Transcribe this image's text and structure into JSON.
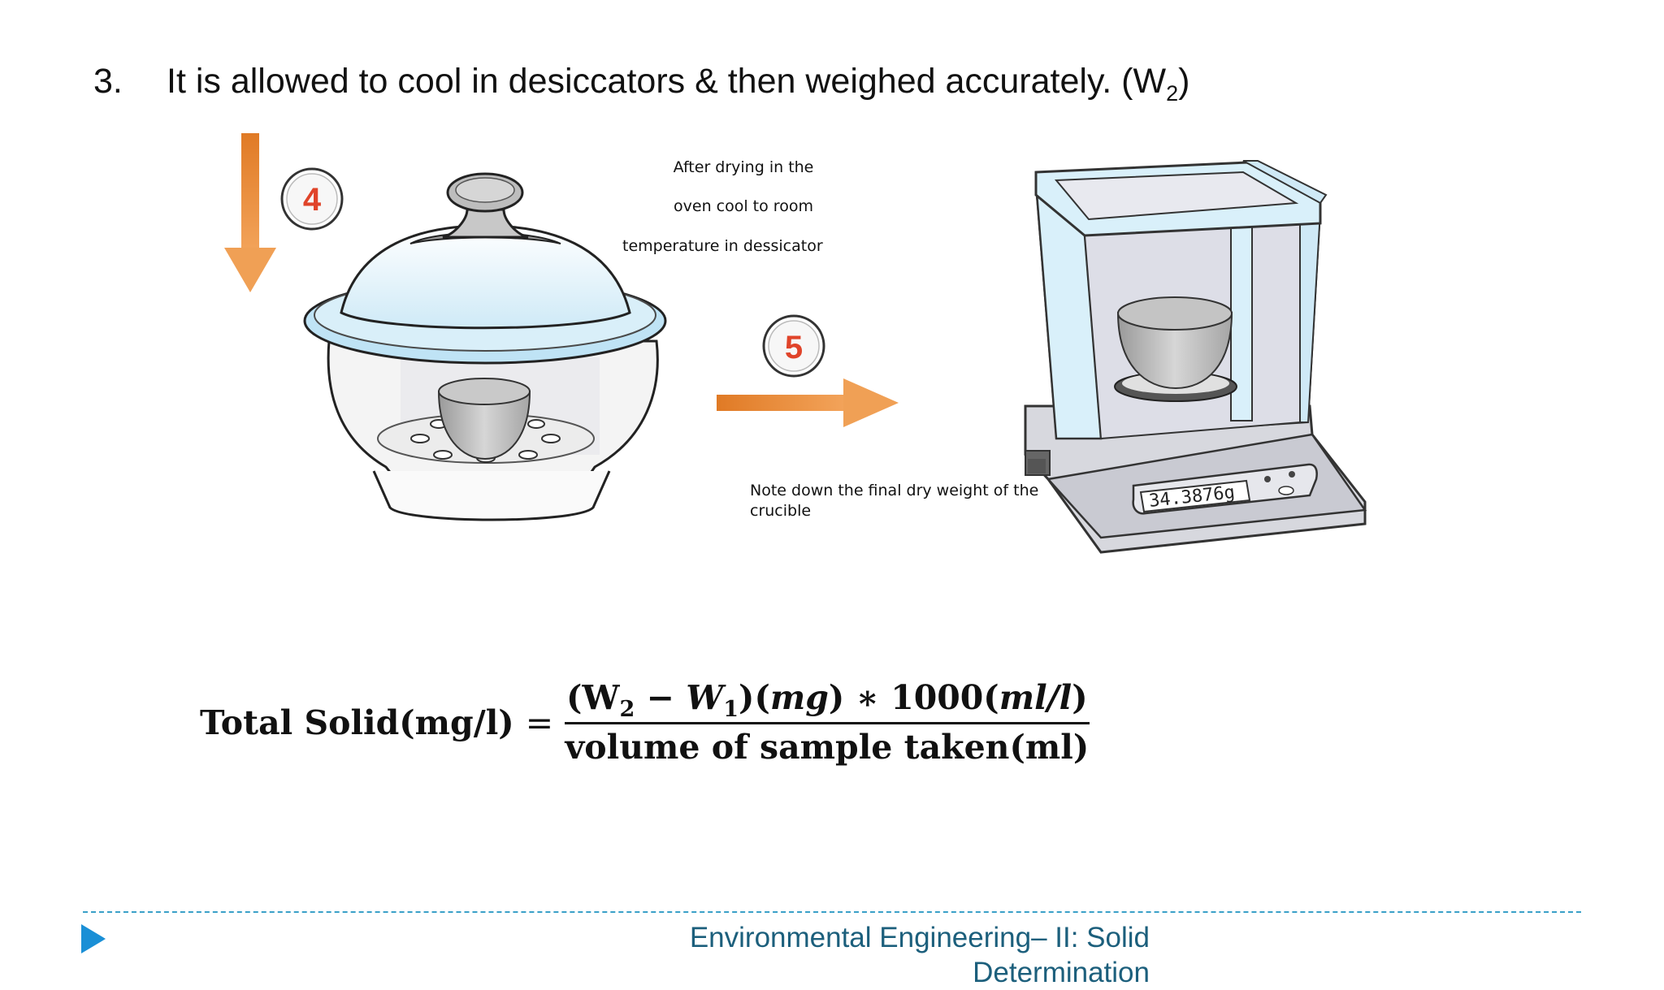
{
  "heading": {
    "number": "3.",
    "text": "It is allowed to cool in desiccators & then weighed accurately. (W",
    "subscript": "2",
    "close": ")"
  },
  "figure": {
    "step4_label": "4",
    "step5_label": "5",
    "caption_drying": [
      "After drying  in the",
      "oven cool to room",
      "temperature in dessicator"
    ],
    "caption_weight": [
      "Note down the final dry weight of the",
      "crucible"
    ],
    "balance_readout": "34.3876g"
  },
  "formula": {
    "lhs": "Total Solid(mg/l)",
    "equals": "=",
    "num_open": "(W",
    "num_sub1": "2",
    "num_minus": " − ",
    "num_w": "W",
    "num_sub2": "1",
    "num_rest_a": ")(",
    "num_mg": "mg",
    "num_rest_b": ") ∗ 1000(",
    "num_mll": "ml/l",
    "num_close": ")",
    "denominator": "volume of sample taken(ml)"
  },
  "footer": {
    "line1": "Environmental Engineering– II: Solid",
    "line2": "Determination"
  },
  "colors": {
    "arrow_orange": "#ec8a30",
    "step_red": "#e0442a",
    "footer_text": "#1c5f7c",
    "divider": "#3aa0c8",
    "nav_arrow": "#1a8fd6"
  }
}
